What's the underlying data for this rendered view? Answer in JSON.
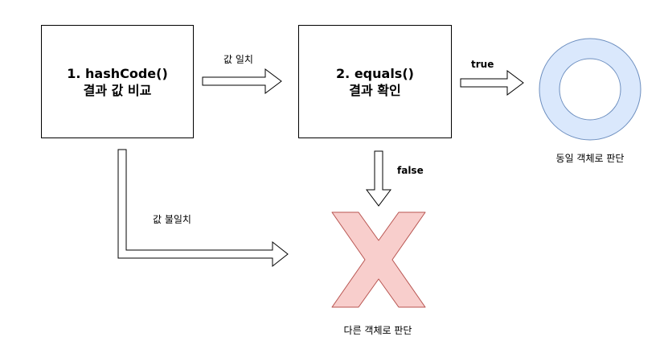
{
  "boxes": {
    "hash": {
      "line1": "1. hashCode()",
      "line2": "결과 값 비교"
    },
    "equals": {
      "line1": "2. equals()",
      "line2": "결과 확인"
    }
  },
  "edges": {
    "match": "값 일치",
    "true": "true",
    "false": "false",
    "mismatch": "값 불일치"
  },
  "outcomes": {
    "same": "동일 객체로 판단",
    "different": "다른 객체로 판단"
  },
  "colors": {
    "ring_fill": "#dae8fc",
    "ring_stroke": "#6c8ebf",
    "x_fill": "#f8cecc",
    "x_stroke": "#b85450"
  }
}
